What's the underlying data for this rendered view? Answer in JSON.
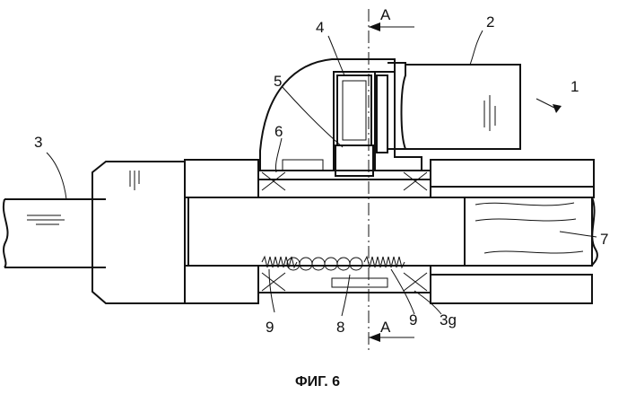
{
  "figure": {
    "caption": "ФИГ. 6",
    "section_marks": [
      "A",
      "A"
    ],
    "reference_numerals": {
      "r1": "1",
      "r2": "2",
      "r3": "3",
      "r4": "4",
      "r5": "5",
      "r6": "6",
      "r7": "7",
      "r8": "8",
      "r9_left": "9",
      "r9_right": "9",
      "r3g": "3g"
    }
  },
  "colors": {
    "ink": "#111111",
    "paper": "#ffffff"
  }
}
